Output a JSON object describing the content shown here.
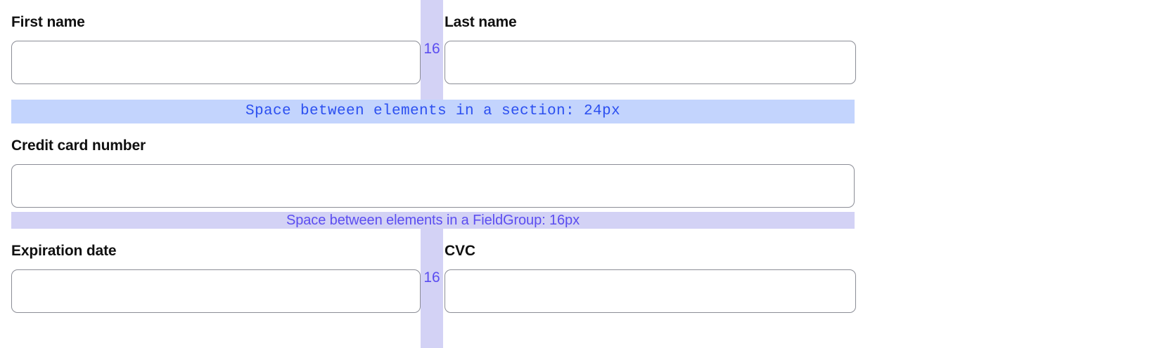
{
  "form": {
    "rows": [
      {
        "id": "name-row",
        "kind": "two-column",
        "left": {
          "label": "First name",
          "value": "",
          "placeholder": ""
        },
        "right": {
          "label": "Last name",
          "value": "",
          "placeholder": ""
        },
        "gap": {
          "label": "16",
          "unit": "px"
        }
      },
      {
        "id": "credit-card-row",
        "kind": "full-width",
        "full": {
          "label": "Credit card number",
          "value": "",
          "placeholder": ""
        }
      },
      {
        "id": "expiry-row",
        "kind": "two-column",
        "left": {
          "label": "Expiration date",
          "value": "",
          "placeholder": ""
        },
        "right": {
          "label": "CVC",
          "value": "",
          "placeholder": ""
        },
        "gap": {
          "label": "16",
          "unit": "px"
        }
      }
    ]
  },
  "annotations": {
    "section_spacing": {
      "text": "Space between elements in a section: 24px",
      "value": 24,
      "unit": "px",
      "background": "#c3d4fd",
      "text_color": "#2b4ff0"
    },
    "fieldgroup_spacing": {
      "text": "Space between elements in a FieldGroup: 16px",
      "value": 16,
      "unit": "px",
      "background": "#d3d2f5",
      "text_color": "#5b4df0"
    },
    "column_gap": {
      "label": "16",
      "value": 16,
      "unit": "px",
      "background": "#d3d2f5",
      "text_color": "#5b4df0"
    }
  },
  "colors": {
    "page_background": "#ffffff",
    "input_border": "#8b8d96",
    "label_text": "#101010",
    "section_highlight": "#c3d4fd",
    "fieldgroup_highlight": "#d3d2f5",
    "annotation_blue": "#2b4ff0",
    "annotation_purple": "#5b4df0"
  }
}
